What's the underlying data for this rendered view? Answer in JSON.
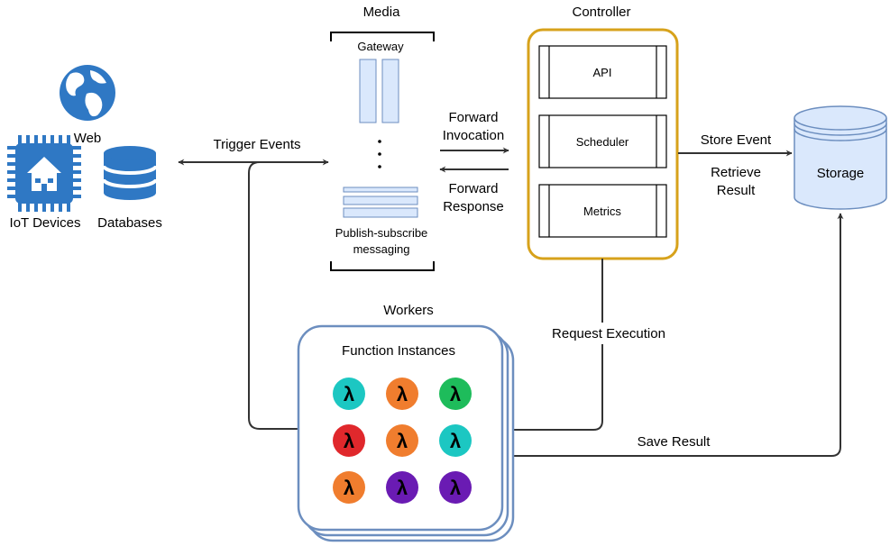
{
  "labels": {
    "web": "Web",
    "iot_devices": "IoT Devices",
    "databases": "Databases",
    "trigger_events": "Trigger Events",
    "media": "Media",
    "gateway": "Gateway",
    "pubsub_line1": "Publish-subscribe",
    "pubsub_line2": "messaging",
    "forward_invocation_line1": "Forward",
    "forward_invocation_line2": "Invocation",
    "forward_response_line1": "Forward",
    "forward_response_line2": "Response",
    "controller": "Controller",
    "api": "API",
    "scheduler": "Scheduler",
    "metrics": "Metrics",
    "store_event": "Store Event",
    "retrieve_result_line1": "Retrieve",
    "retrieve_result_line2": "Result",
    "storage": "Storage",
    "workers": "Workers",
    "function_instances": "Function Instances",
    "request_execution": "Request Execution",
    "save_result": "Save Result"
  },
  "lambda_symbol": "λ",
  "colors": {
    "controller_border": "#d7a21b",
    "workers_border": "#6c8ebf",
    "queue_fill": "#dae8fc",
    "storage_fill": "#dae8fc",
    "icon_blue": "#2f78c4",
    "lambda_colors": [
      "#1cc7c2",
      "#f07d2e",
      "#1ebc5b",
      "#e0282c",
      "#f07d2e",
      "#1cc7c2",
      "#f07d2e",
      "#6a1bb3",
      "#6a1bb3"
    ]
  },
  "icons": [
    "globe-icon",
    "iot-chip-icon",
    "database-icon",
    "lambda-icon"
  ]
}
